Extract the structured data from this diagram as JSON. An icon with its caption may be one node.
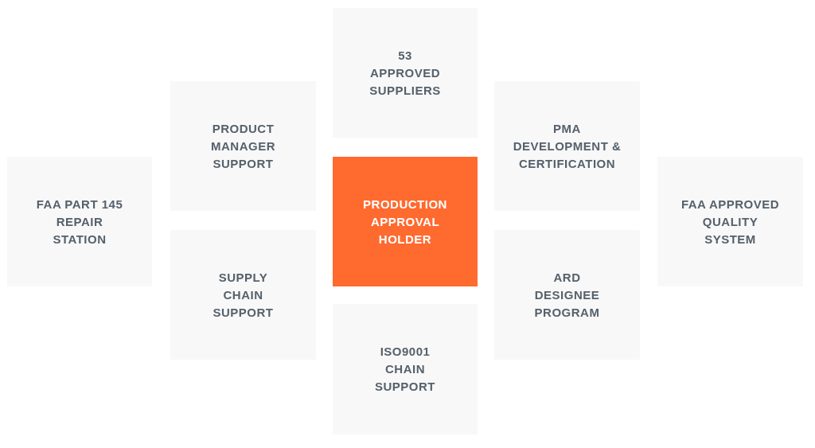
{
  "diagram": {
    "nodes": [
      {
        "text": [
          "53 APPROVED SUPPLIERS"
        ]
      },
      {
        "text": [
          "PRODUCT MANAGER SUPPORT"
        ]
      },
      {
        "text": [
          "PMA DEVELOPMENT & CERTIFICATION"
        ]
      },
      {
        "text": [
          "FAA PART 145 REPAIR STATION"
        ]
      },
      {
        "text": [
          "PRODUCTION APPROVAL HOLDER"
        ]
      },
      {
        "text": [
          "FAA APPROVED QUALITY SYSTEM"
        ]
      },
      {
        "text": [
          "SUPPLY CHAIN SUPPORT"
        ]
      },
      {
        "text": [
          "ARD DESIGNEE PROGRAM"
        ]
      },
      {
        "text": [
          "ISO9001 CHAIN SUPPORT"
        ]
      }
    ]
  }
}
